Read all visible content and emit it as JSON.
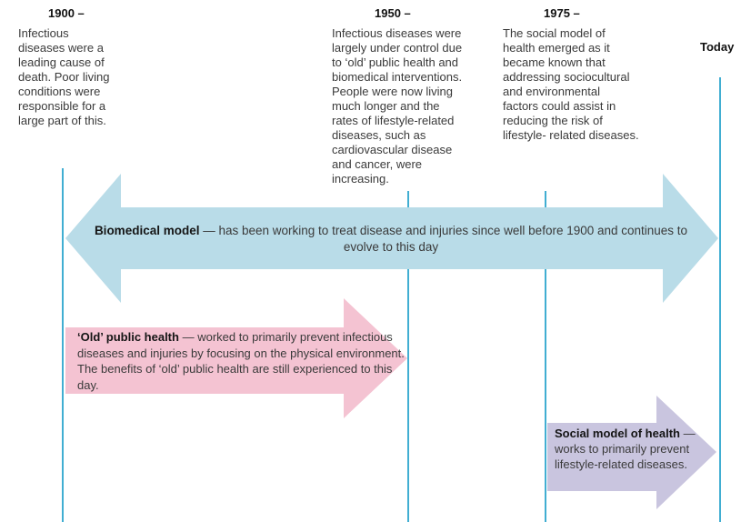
{
  "colors": {
    "timeline_line": "#41aed2",
    "biomedical_arrow": "#b9dce8",
    "old_public_health_arrow": "#f4c3d2",
    "social_model_arrow": "#c9c5df"
  },
  "markers": {
    "m1900": {
      "label": "1900 –",
      "description": "Infectious\ndiseases were a\nleading cause of\ndeath. Poor living\nconditions were\nresponsible for a\nlarge part of this."
    },
    "m1950": {
      "label": "1950 –",
      "description": "Infectious diseases were\nlargely under control due\nto ‘old’ public health and\nbiomedical interventions.\nPeople were now living\nmuch longer and the\nrates of lifestyle-related\ndiseases, such as\ncardiovascular disease\nand cancer, were\nincreasing."
    },
    "m1975": {
      "label": "1975 –",
      "description": "The social model of\nhealth emerged as it\nbecame known that\naddressing sociocultural\nand  environmental\nfactors could assist in\nreducing the risk of\nlifestyle- related diseases."
    },
    "today": {
      "label": "Today"
    }
  },
  "arrows": {
    "biomedical": {
      "title": "Biomedical model",
      "description": "— has been working to treat disease and injuries since well before 1900 and continues to evolve to this day"
    },
    "old_public_health": {
      "title": "‘Old’ public health",
      "description": "— worked to primarily prevent infectious diseases and injuries by focusing on the physical environment. The benefits of ‘old’ public health are still experienced to this day."
    },
    "social_model": {
      "title": "Social model of health",
      "description": "— works to primarily prevent lifestyle-related diseases."
    }
  }
}
